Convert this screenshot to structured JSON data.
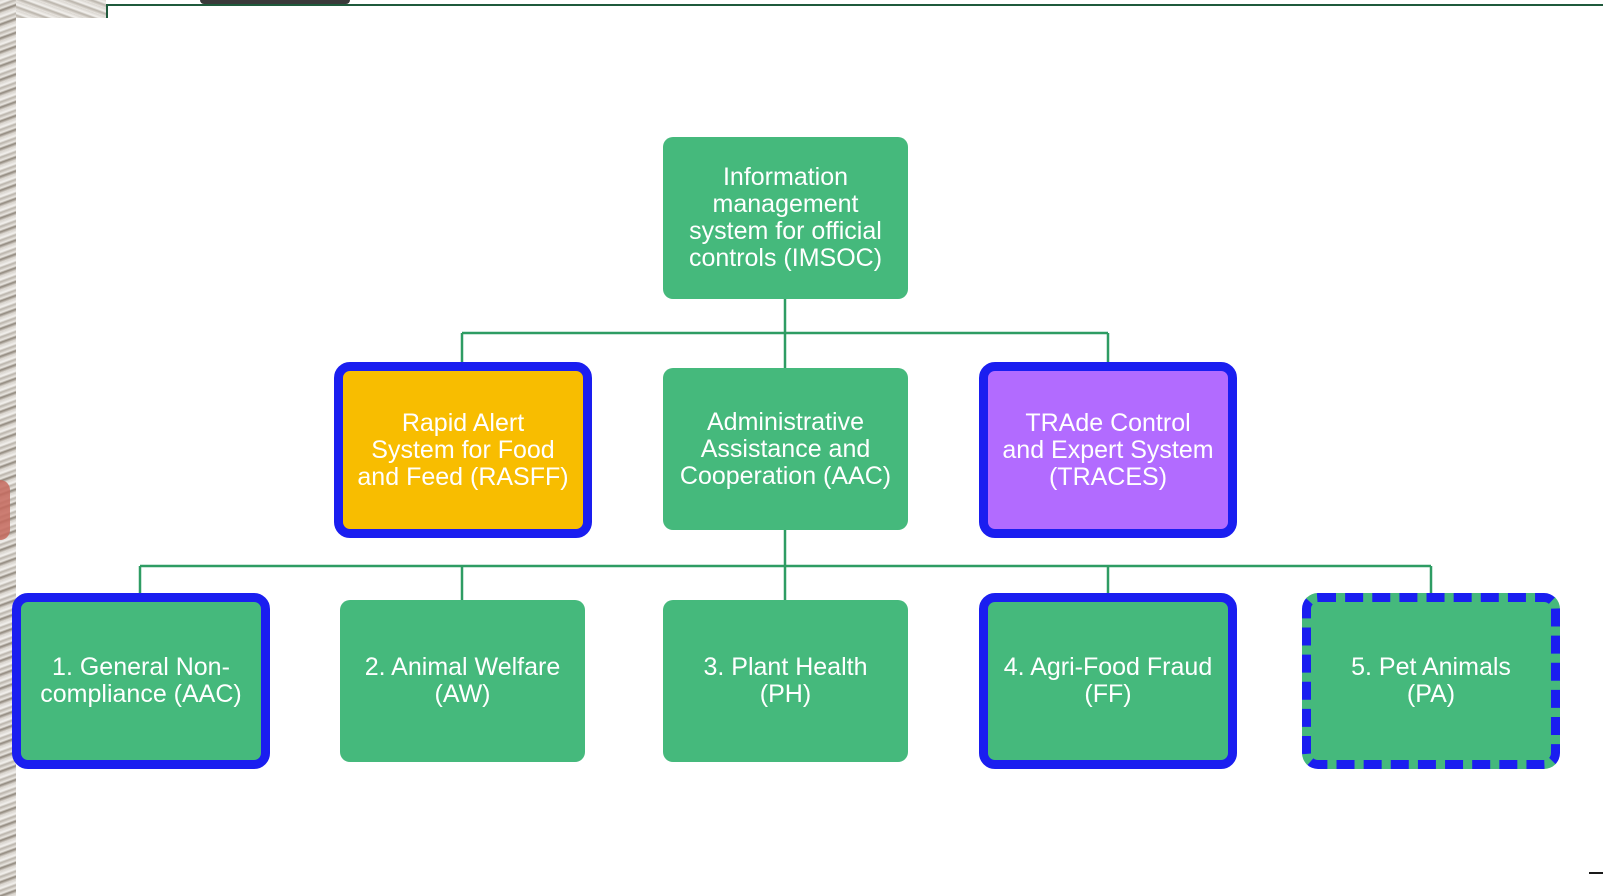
{
  "diagram": {
    "root": {
      "label": "Information\nmanagement\nsystem for official\ncontrols (IMSOC)"
    },
    "level2": [
      {
        "label": "Rapid Alert\nSystem for Food\nand Feed (RASFF)",
        "color": "#f8bd00",
        "highlight": "solid"
      },
      {
        "label": "Administrative\nAssistance and\nCooperation (AAC)",
        "color": "#45b97c",
        "highlight": "none"
      },
      {
        "label": "TRAde Control\nand Expert System\n(TRACES)",
        "color": "#b26bff",
        "highlight": "solid"
      }
    ],
    "level3": [
      {
        "label": "1. General Non-\ncompliance (AAC)",
        "color": "#45b97c",
        "highlight": "solid"
      },
      {
        "label": "2. Animal Welfare\n(AW)",
        "color": "#45b97c",
        "highlight": "none"
      },
      {
        "label": "3. Plant Health\n(PH)",
        "color": "#45b97c",
        "highlight": "none"
      },
      {
        "label": "4. Agri-Food Fraud\n(FF)",
        "color": "#45b97c",
        "highlight": "solid"
      },
      {
        "label": "5. Pet Animals\n(PA)",
        "color": "#45b97c",
        "highlight": "dashed"
      }
    ],
    "colors": {
      "node": "#45b97c",
      "connector": "#2e9c63",
      "highlight_border": "#1a1ef0"
    }
  }
}
